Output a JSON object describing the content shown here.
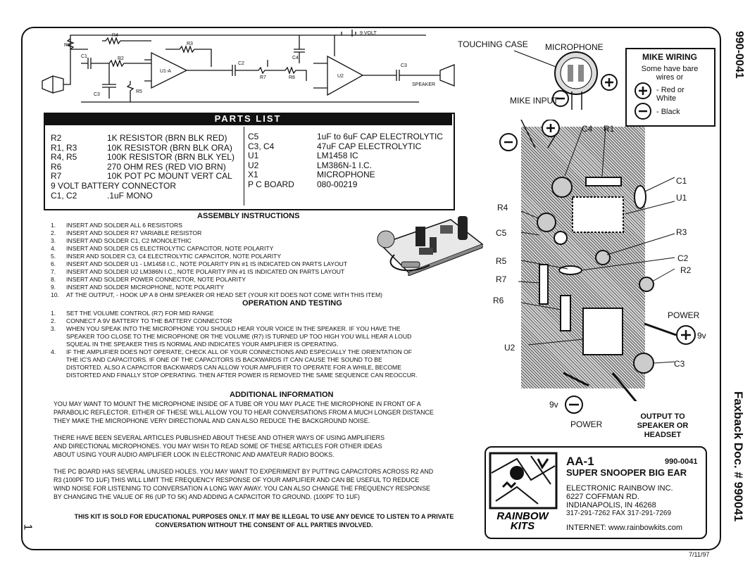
{
  "doc_number_top": "990-0041",
  "faxback": "Faxback Doc. # 990041",
  "page_number": "1",
  "date": "7/11/97",
  "parts_list": {
    "title": "PARTS LIST",
    "left": [
      [
        "R2",
        "1K RESISTOR (BRN BLK RED)"
      ],
      [
        "R1, R3",
        "10K RESISTOR (BRN BLK ORA)"
      ],
      [
        "R4, R5",
        "100K RESISTOR (BRN BLK YEL)"
      ],
      [
        "R6",
        "270 OHM RES (RED VIO BRN)"
      ],
      [
        "R7",
        "10K POT PC MOUNT VERT CAL"
      ],
      [
        "9 VOLT BATTERY CONNECTOR",
        ""
      ],
      [
        "C1, C2",
        ".1uF MONO"
      ]
    ],
    "right": [
      [
        "C5",
        "1uF to 6uF CAP ELECTROLYTIC"
      ],
      [
        "C3, C4",
        "47uF CAP ELECTROLYTIC"
      ],
      [
        "U1",
        "LM1458 IC"
      ],
      [
        "U2",
        "LM386N-1 I.C."
      ],
      [
        "X1",
        "MICROPHONE"
      ],
      [
        "P C BOARD",
        "080-00219"
      ]
    ]
  },
  "assembly": {
    "title": "ASSEMBLY INSTRUCTIONS",
    "steps": [
      [
        "1.",
        "INSERT AND SOLDER ALL 6 RESISTORS"
      ],
      [
        "2.",
        "INSERT AND SOLDER R7 VARIABLE RESISTOR"
      ],
      [
        "3.",
        "INSERT AND SOLDER C1, C2 MONOLETHIC"
      ],
      [
        "4.",
        "INSERT AND SOLDER C5 ELECTROLYTIC CAPACITOR, NOTE POLARITY"
      ],
      [
        "5.",
        "INSER AND SOLDER C3, C4 ELECTROLYTIC CAPACITOR, NOTE POLARITY"
      ],
      [
        "6.",
        "INSERT AND SOLDER U1 - LM1458 I.C., NOTE POLARITY PIN #1 IS INDICATED ON PARTS LAYOUT"
      ],
      [
        "7.",
        "INSERT AND SOLDER U2 LM386N I.C., NOTE POLARITY PIN #1 IS INDICATED ON PARTS LAYOUT"
      ],
      [
        "8.",
        "INSERT AND SOLDER POWER CONNECTOR, NOTE POLARITY"
      ],
      [
        "9.",
        "INSERT AND SOLDER MICROPHONE, NOTE POLARITY"
      ],
      [
        "10.",
        "AT THE OUTPUT, - HOOK UP A 8 OHM SPEAKER OR HEAD SET  (YOUR KIT DOES NOT COME WITH THIS ITEM)"
      ]
    ]
  },
  "operation": {
    "title": "OPERATION AND TESTING",
    "steps": [
      [
        "1.",
        "SET THE VOLUME CONTROL (R7) FOR MID RANGE"
      ],
      [
        "2.",
        "CONNECT A 9V BATTERY TO THE BATTERY CONNECTOR"
      ],
      [
        "3.",
        "WHEN YOU SPEAK INTO THE MICROPHONE YOU SHOULD HEAR YOUR VOICE IN THE SPEAKER.  IF YOU HAVE THE"
      ],
      [
        "",
        "SPEAKER TOO CLOSE TO THE MICROPHONE OR THE VOLUME  (R7) IS TURNED UP TOO HIGH YOU WILL HEAR A LOUD"
      ],
      [
        "",
        "SQUEAL IN THE SPEAKER   THIS IS NORMAL AND INDICATES YOUR AMPLIFIER IS OPERATING."
      ],
      [
        "4.",
        "IF THE AMPLIFIER DOES NOT OPERATE, CHECK ALL OF YOUR CONNECTIONS AND ESPECIALLY THE ORIENTATION OF"
      ],
      [
        "",
        "THE IC'S AND CAPACITORS.  IF ONE OF THE CAPACITORS IS BACKWARDS IT CAN CAUSE THE SOUND TO BE"
      ],
      [
        "",
        "DISTORTED.  ALSO A CAPACITOR BACKWARDS CAN ALLOW YOUR AMPLIFIER TO OPERATE FOR A WHILE, BECOME"
      ],
      [
        "",
        "DISTORTED AND FINALLY STOP OPERATING.  THEN AFTER POWER IS REMOVED THE SAME SEQUENCE CAN REOCCUR."
      ]
    ]
  },
  "additional": {
    "title": "ADDITIONAL INFORMATION",
    "para1": [
      "YOU MAY WANT TO MOUNT THE MICROPHONE INSIDE OF A TUBE OR YOU MAY PLACE THE MICROPHONE IN FRONT OF A",
      "PARABOLIC REFLECTOR.  EITHER OF THESE WILL ALLOW YOU TO HEAR CONVERSATIONS FROM A MUCH LONGER DISTANCE",
      "THEY MAKE THE MICROPHONE VERY DIRECTIONAL AND CAN ALSO REDUCE THE BACKGROUND NOISE."
    ],
    "para2": [
      "THERE HAVE BEEN SEVERAL ARTICLES PUBLISHED ABOUT THESE AND OTHER WAYS OF USING AMPLIFIERS",
      "AND DIRECTIONAL MICROPHONES.  YOU MAY WISH TO READ SOME OF THESE ARTICLES FOR OTHER IDEAS",
      "ABOUT USING YOUR AUDIO AMPLIFIER  LOOK IN ELECTRONIC AND AMATEUR RADIO BOOKS."
    ],
    "para3": [
      "THE PC BOARD HAS SEVERAL UNUSED HOLES.  YOU MAY WANT TO EXPERIMENT BY PUTTING CAPACITORS ACROSS R2 AND",
      "R3  (100pF TO 1uF) THIS WILL LIMIT THE FREQUENCY RESPONSE OF YOUR AMPLIFIER AND CAN BE USEFUL TO REDUCE",
      "WIND NOISE FOR LISTENING TO CONVERSATION A LONG WAY AWAY.  YOU CAN ALSO CHANGE THE FREQUENCY RESPONSE",
      "BY CHANGING THE VALUE OF R6 (UP TO 5K) AND ADDING A CAPACITOR TO GROUND.  (100pF TO 1uF)"
    ],
    "disclaimer": [
      "THIS KIT IS SOLD FOR EDUCATIONAL PURPOSES ONLY.  IT MAY BE ILLEGAL TO USE ANY DEVICE TO LISTEN TO A  PRIVATE",
      "CONVERSATION WITHOUT THE CONSENT OF ALL PARTIES INVOLVED."
    ]
  },
  "schematic": {
    "labels": [
      "R1",
      "C1",
      "R4",
      "R2",
      "R3",
      "U1-A",
      "C3",
      "R5",
      "C2",
      "R7",
      "R8",
      "C4",
      "U2",
      "C3",
      "SPEAKER",
      "9 VOLT"
    ]
  },
  "layout_labels": {
    "touching_case": "TOUCHING CASE",
    "microphone": "MICROPHONE",
    "mike_input": "MIKE INPUT",
    "c4": "C4",
    "r1": "R1",
    "c1": "C1",
    "u1": "U1",
    "r4": "R4",
    "c5": "C5",
    "r3": "R3",
    "r5": "R5",
    "c2": "C2",
    "r2": "R2",
    "r7": "R7",
    "r6": "R6",
    "power": "POWER",
    "nine_v_plus": "9v",
    "u2": "U2",
    "c3": "C3",
    "nine_v_minus": "9v",
    "power_bottom": "POWER",
    "output": [
      "OUTPUT TO",
      "SPEAKER OR",
      "HEADSET"
    ]
  },
  "mike_wiring": {
    "title": "MIKE WIRING",
    "note": [
      "Some have bare",
      "wires or"
    ],
    "plus": [
      "- Red or",
      "White"
    ],
    "minus": "- Black"
  },
  "kit": {
    "model": "AA-1",
    "number": "990-0041",
    "name": "SUPER SNOOPER BIG EAR",
    "company": "ELECTRONIC RAINBOW INC.",
    "address1": "6227 COFFMAN RD.",
    "address2": "INDIANAPOLIS, IN 46268",
    "phone": "317-291-7262   FAX 317-291-7269",
    "internet": "INTERNET: www.rainbowkits.com",
    "logo_text": [
      "RAINBOW",
      "KITS"
    ]
  }
}
